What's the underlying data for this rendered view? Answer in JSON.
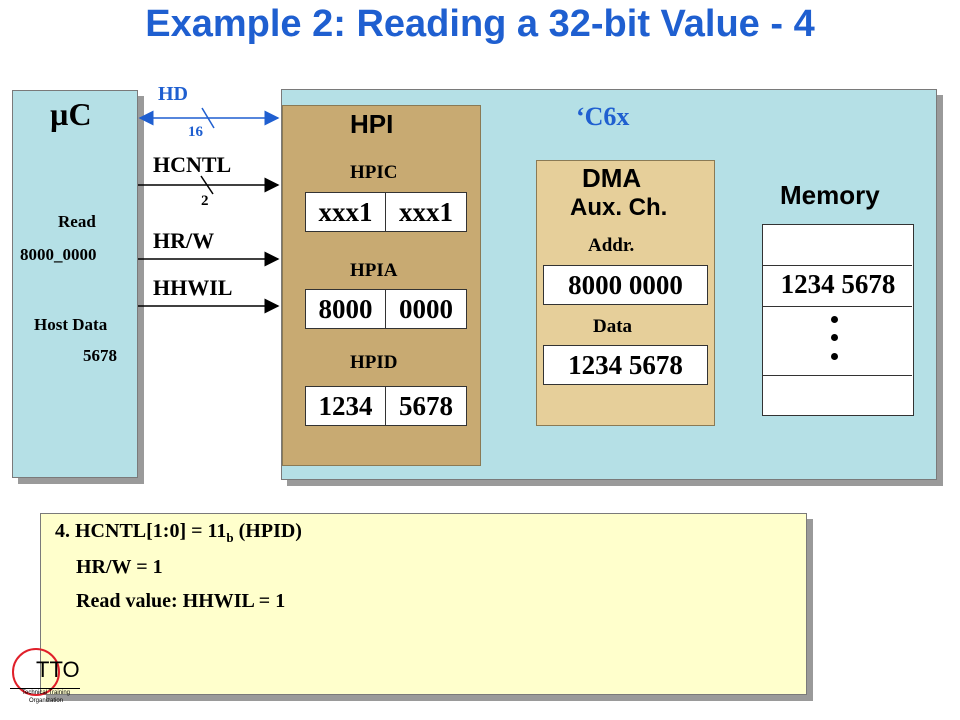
{
  "title": "Example 2: Reading a 32-bit Value - 4",
  "uc": {
    "name": "µC",
    "read_label": "Read",
    "read_addr": "8000_0000",
    "host_data_label": "Host Data",
    "host_data_value": "5678"
  },
  "signals": {
    "hd": "HD",
    "hd_width": "16",
    "hcntl": "HCNTL",
    "hcntl_width": "2",
    "hrw": "HR/W",
    "hhwil": "HHWIL"
  },
  "c6x": {
    "name": "‘C6x"
  },
  "hpi": {
    "name": "HPI",
    "hpic": {
      "label": "HPIC",
      "hi": "xxx1",
      "lo": "xxx1"
    },
    "hpia": {
      "label": "HPIA",
      "hi": "8000",
      "lo": "0000"
    },
    "hpid": {
      "label": "HPID",
      "hi": "1234",
      "lo": "5678"
    }
  },
  "dma": {
    "name": "DMA",
    "sub": "Aux. Ch.",
    "addr_label": "Addr.",
    "addr_value": "8000 0000",
    "data_label": "Data",
    "data_value": "1234 5678"
  },
  "memory": {
    "name": "Memory",
    "value": "1234 5678"
  },
  "note": {
    "line1_pre": "4. HCNTL[1:0] = 11",
    "line1_sub": "b",
    "line1_post": " (HPID)",
    "line2": "HR/W = 1",
    "line3": "Read value: HHWIL = 1"
  },
  "logo": {
    "text": "TTO",
    "line1": "Technical Training",
    "line2": "Organization"
  },
  "colors": {
    "title": "#1f5fd0",
    "panel": "#b5e0e6",
    "hpi": "#c8aa72",
    "dma": "#e6cf9a",
    "note": "#ffffcc",
    "hd_signal": "#1f5fd0"
  }
}
